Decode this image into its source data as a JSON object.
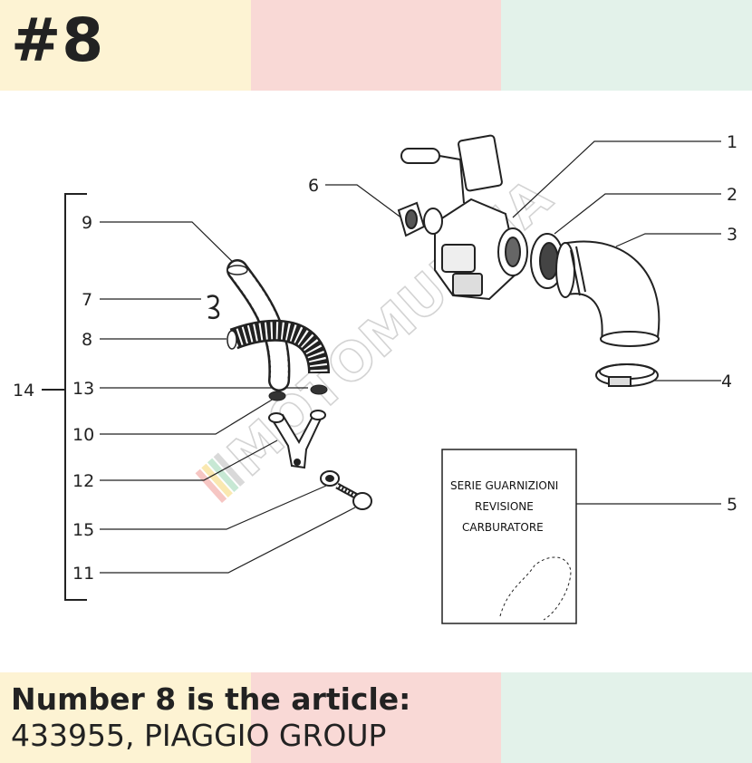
{
  "header": {
    "number_label": "#8",
    "band_colors": [
      "#fdf3d3",
      "#f9d9d6",
      "#e3f2ea"
    ]
  },
  "diagram": {
    "callouts": {
      "c1": "1",
      "c2": "2",
      "c3": "3",
      "c4": "4",
      "c5": "5",
      "c6": "6",
      "c7": "7",
      "c8": "8",
      "c9": "9",
      "c10": "10",
      "c11": "11",
      "c12": "12",
      "c13": "13",
      "c14": "14",
      "c15": "15"
    },
    "booklet": {
      "line1": "SERIE GUARNIZIONI",
      "line2": "REVISIONE",
      "line3": "CARBURATORE"
    },
    "watermark": "MOTOMURCIA"
  },
  "footer": {
    "line1": "Number 8 is the article:",
    "line2": "433955, PIAGGIO GROUP"
  }
}
